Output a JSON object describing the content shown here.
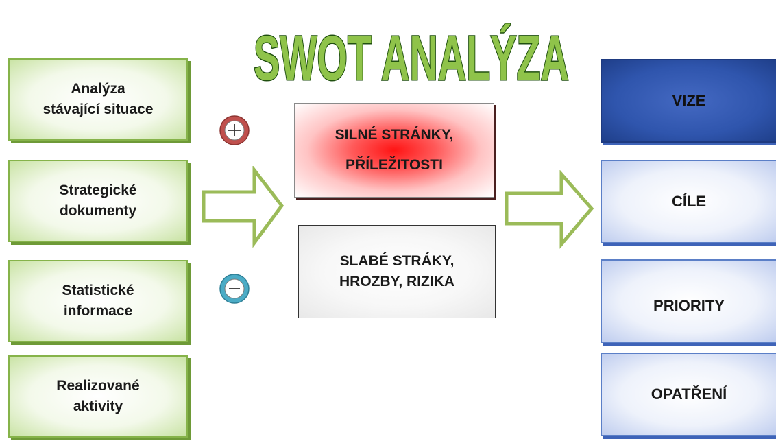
{
  "title": "SWOT ANALÝZA",
  "inputs": [
    {
      "line1": "Analýza",
      "line2": "stávající situace"
    },
    {
      "line1": "Strategické",
      "line2": "dokumenty"
    },
    {
      "line1": "Statistické",
      "line2": "informace"
    },
    {
      "line1": "Realizované",
      "line2": "aktivity"
    }
  ],
  "center": {
    "positive": {
      "line1": "SILNÉ STRÁNKY,",
      "line2": "PŘÍLEŽITOSTI",
      "symbol": "+"
    },
    "negative": {
      "line1": "SLABÉ STRÁKY,",
      "line2": "HROZBY, RIZIKA",
      "symbol": "−"
    }
  },
  "outputs": [
    "VIZE",
    "CÍLE",
    "PRIORITY",
    "OPATŘENÍ"
  ],
  "colors": {
    "title_fill": "#8fc34a",
    "title_stroke": "#1f4f0f",
    "green_border": "#86b34a",
    "blue_border": "#5b7fc7",
    "plus_ring": "#c0504d",
    "minus_ring": "#4bacc6",
    "arrow_stroke": "#9bbb59"
  }
}
